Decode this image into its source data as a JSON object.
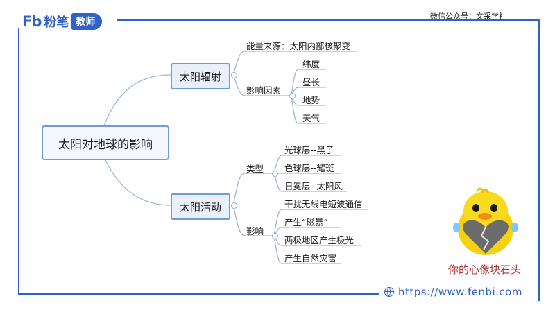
{
  "header": {
    "logo_fb": "Fb",
    "logo_brand": "粉笔",
    "logo_badge": "教师",
    "wechat": "微信公众号：文采学社"
  },
  "mindmap": {
    "root": "太阳对地球的影响",
    "radiation": {
      "label": "太阳辐射",
      "energy_source": "能量来源：太阳内部核聚变",
      "factors_label": "影响因素",
      "factors": [
        "纬度",
        "昼长",
        "地势",
        "天气"
      ]
    },
    "activity": {
      "label": "太阳活动",
      "types_label": "类型",
      "types": [
        "光球层--黑子",
        "色球层--耀斑",
        "日冕层--太阳风"
      ],
      "effects_label": "影响",
      "effects": [
        "干扰无线电短波通信",
        "产生“磁暴”",
        "两极地区产生极光",
        "产生自然灾害"
      ]
    }
  },
  "sticker": {
    "caption": "你的心像块石头",
    "icon": "duck-holding-broken-heart"
  },
  "footer": {
    "icon": "globe-icon",
    "url": "https://www.fenbi.com"
  },
  "colors": {
    "brand": "#2f62c9",
    "node_border": "#6f9bd8",
    "connector": "#9fb6d8",
    "caption": "#b33333"
  }
}
